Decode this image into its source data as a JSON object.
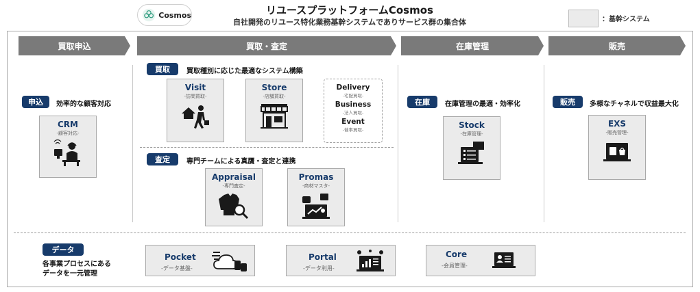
{
  "header": {
    "logo_text": "Cosmos",
    "title": "リユースプラットフォームCosmos",
    "subtitle": "自社開発のリユース特化業務基幹システムでありサービス群の集合体",
    "legend_label": "：基幹システム"
  },
  "phases": [
    "買取申込",
    "買取・査定",
    "在庫管理",
    "販売"
  ],
  "application": {
    "badge": "申込",
    "desc": "効率的な顧客対応",
    "card": {
      "title": "CRM",
      "sub": "-顧客対応-",
      "icon": "call-center-agent-icon"
    }
  },
  "purchase": {
    "badge": "買取",
    "desc": "買取種別に応じた最適なシステム構築",
    "cards": [
      {
        "title": "Visit",
        "sub": "-訪問買取-",
        "icon": "home-visit-icon"
      },
      {
        "title": "Store",
        "sub": "-店舗買取-",
        "icon": "storefront-icon"
      }
    ],
    "options": [
      {
        "title": "Delivery",
        "sub": "-宅配買取-"
      },
      {
        "title": "Business",
        "sub": "-法人買取-"
      },
      {
        "title": "Event",
        "sub": "-催事買取-"
      }
    ]
  },
  "appraisal": {
    "badge": "査定",
    "desc": "専門チームによる真贋・査定と連携",
    "cards": [
      {
        "title": "Appraisal",
        "sub": "-専門査定-",
        "icon": "jacket-magnifier-icon"
      },
      {
        "title": "Promas",
        "sub": "-商材マスタ-",
        "icon": "product-master-icon"
      }
    ]
  },
  "inventory": {
    "badge": "在庫",
    "desc": "在庫管理の最適・効率化",
    "card": {
      "title": "Stock",
      "sub": "-在庫管理-",
      "icon": "laptop-inventory-icon"
    }
  },
  "sales": {
    "badge": "販売",
    "desc": "多様なチャネルで収益最大化",
    "card": {
      "title": "EXS",
      "sub": "-販売管理-",
      "icon": "laptop-sales-icon"
    }
  },
  "data": {
    "badge": "データ",
    "desc_line1": "各事業プロセスにある",
    "desc_line2": "データを一元管理",
    "cards": [
      {
        "title": "Pocket",
        "sub": "-データ基盤-",
        "icon": "cloud-database-icon"
      },
      {
        "title": "Portal",
        "sub": "-データ利用-",
        "icon": "analytics-monitor-icon"
      },
      {
        "title": "Core",
        "sub": "-会員管理-",
        "icon": "member-screen-icon"
      }
    ]
  },
  "colors": {
    "badge": "#173b6b",
    "arrow": "#7a7a7a",
    "card_bg": "#ebebeb",
    "title_blue": "#173b6b"
  }
}
